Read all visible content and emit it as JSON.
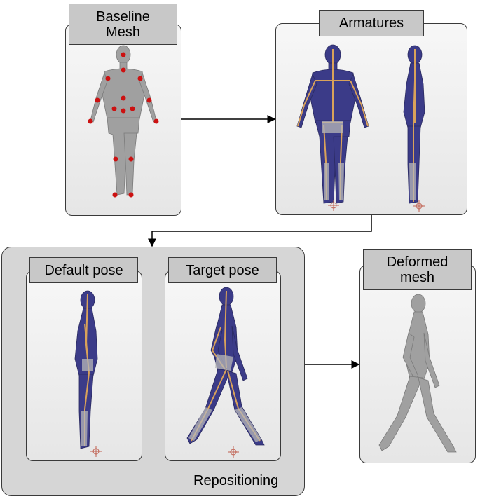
{
  "labels": {
    "baseline": "Baseline\nMesh",
    "armatures": "Armatures",
    "default_pose": "Default pose",
    "target_pose": "Target pose",
    "deformed": "Deformed\nmesh",
    "repositioning": "Repositioning"
  },
  "colors": {
    "mesh_grey": "#9a9a9a",
    "mesh_blue": "#3a3a85",
    "bone": "#d9a25a",
    "landmark": "#cc1111"
  }
}
